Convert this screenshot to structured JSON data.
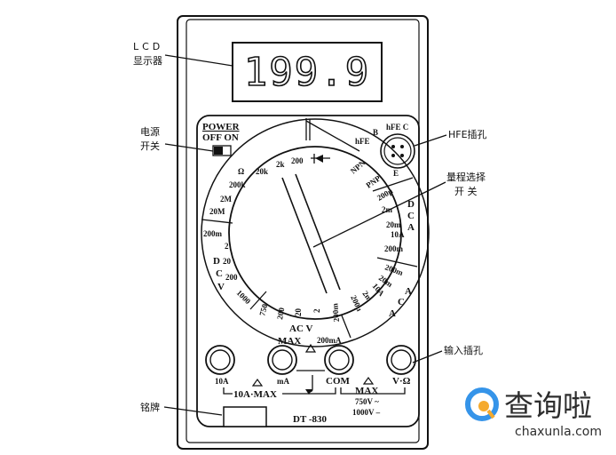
{
  "callouts": {
    "lcd": "LCD",
    "display": "显示器",
    "power1": "电源",
    "power2": "开关",
    "hfe": "HFE插孔",
    "range1": "量程选择",
    "range2": "开 关",
    "input": "输入插孔",
    "nameplate": "铭牌"
  },
  "display": {
    "reading": "199.9"
  },
  "power": {
    "title": "POWER",
    "states": "OFF ON"
  },
  "hfe_socket": {
    "b": "B",
    "hfe_c": "hFE C",
    "hfe": "hFE",
    "e": "E"
  },
  "dial": {
    "ohm": {
      "symbol": "Ω",
      "ranges": [
        "200",
        "2k",
        "20k",
        "200k",
        "2M",
        "20M"
      ]
    },
    "diode_npn": {
      "npn": "NPN",
      "pnp": "PNP"
    },
    "dcv": {
      "ranges": [
        "200m",
        "2",
        "20",
        "200",
        "1000"
      ],
      "d": "D",
      "c": "C",
      "v": "V"
    },
    "acv": {
      "ranges": [
        "750",
        "200",
        "20",
        "2",
        "200m"
      ],
      "label": "AC V"
    },
    "dca": {
      "ranges": [
        "200μ",
        "2m",
        "20m",
        "10A",
        "200m"
      ],
      "d": "D",
      "c": "C",
      "a": "A"
    },
    "aca": {
      "ranges": [
        "200m",
        "20m",
        "10A",
        "2m",
        "200μ"
      ],
      "a1": "A",
      "c": "C",
      "a2": "A"
    }
  },
  "jacks": {
    "top_max": "MAX",
    "top_ma": "200mA",
    "labels": [
      "10A",
      "mA",
      "COM",
      "V·Ω"
    ],
    "max_10a": "10A·MAX",
    "max": "MAX",
    "v_ac": "750V ~",
    "v_dc": "1000V –"
  },
  "model": "DT -830",
  "watermark": {
    "name": "查询啦",
    "url": "chaxunla.com"
  }
}
